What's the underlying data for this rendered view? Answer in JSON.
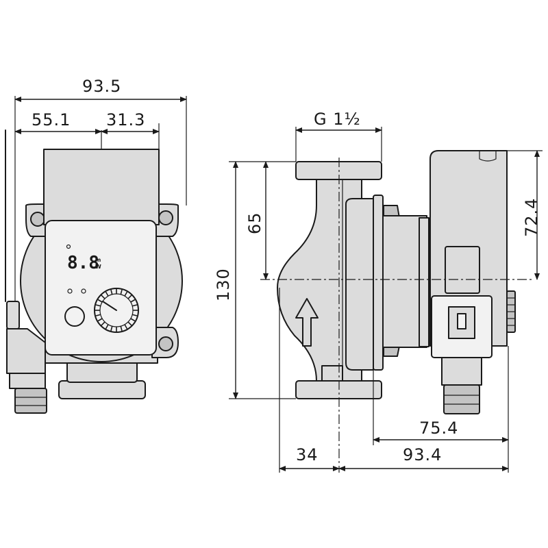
{
  "dimensions": {
    "overall_width_front": "93.5",
    "left_offset_front": "55.1",
    "right_offset_front": "31.3",
    "thread_size": "G 1½",
    "height_upper": "65",
    "overall_height": "130",
    "motor_height": "72.4",
    "motor_depth": "75.4",
    "inlet_offset": "34",
    "overall_depth": "93.4"
  },
  "display": {
    "digits": "8.8",
    "unit_top": "m",
    "unit_bottom": "W"
  },
  "icons": [
    "flow-direction-arrow-icon",
    "control-knob-icon",
    "push-button-icon"
  ]
}
